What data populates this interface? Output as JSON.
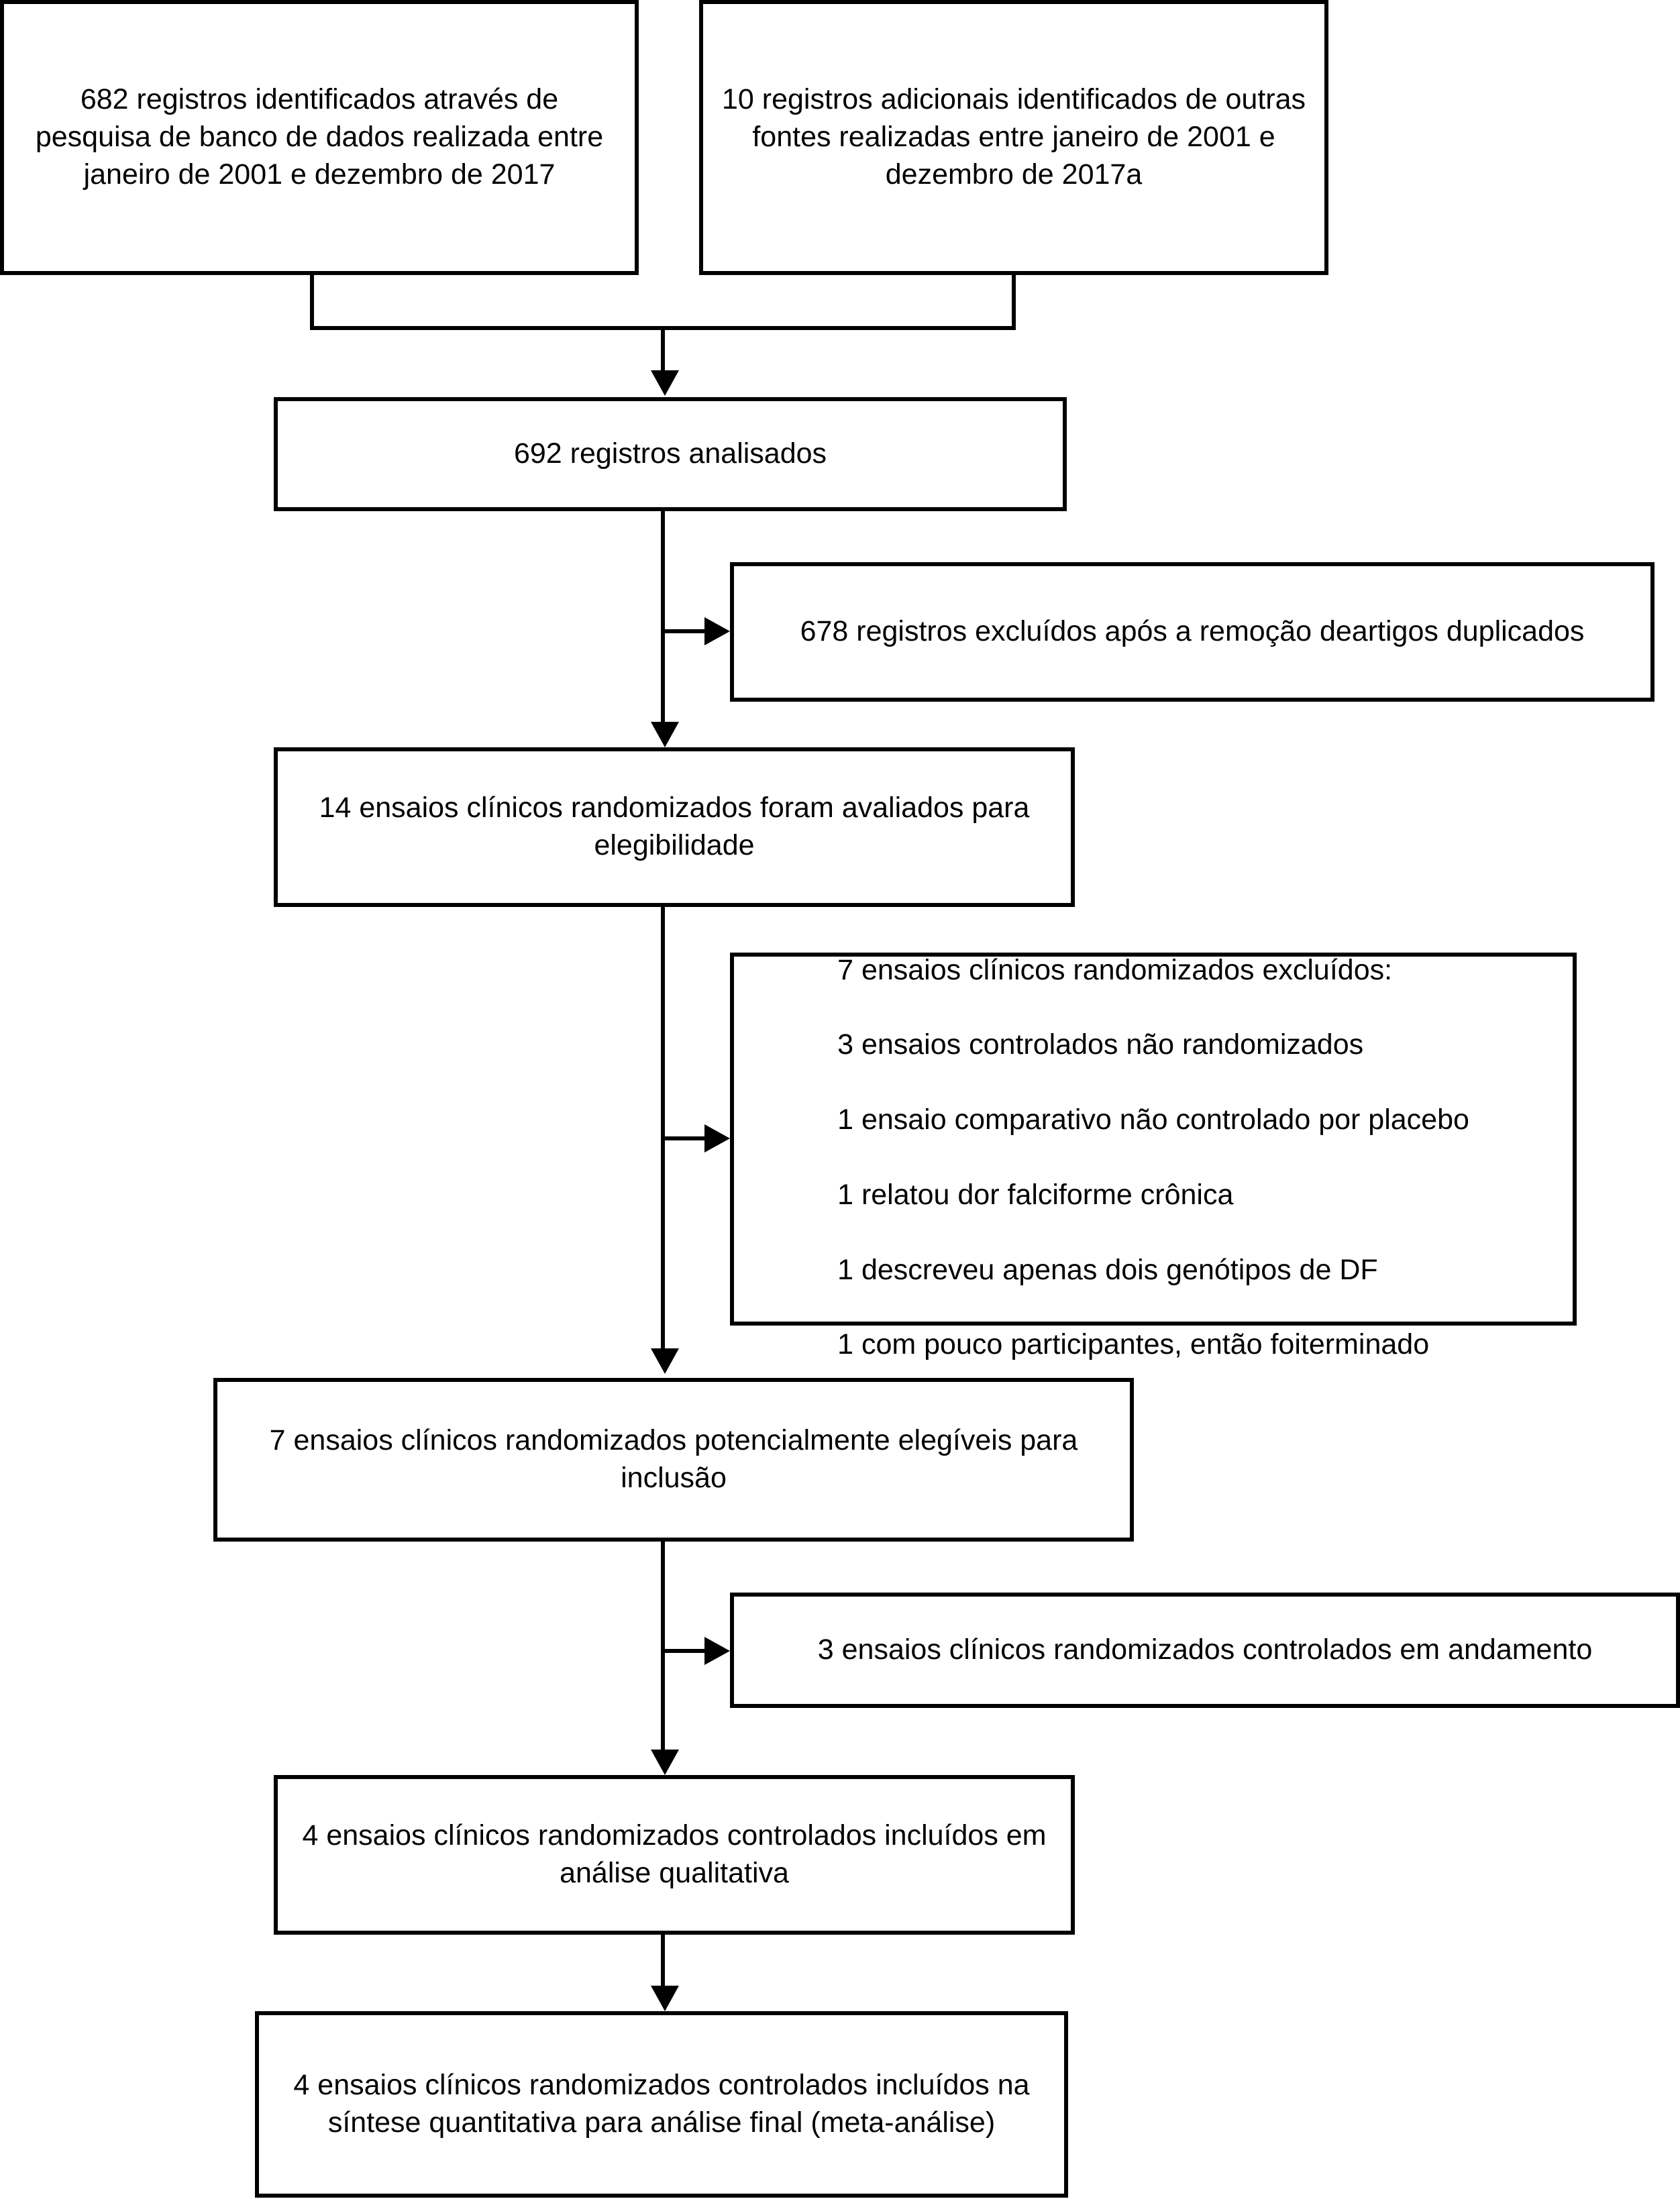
{
  "diagram": {
    "title": "PRISMA flow diagram",
    "language": "pt-BR",
    "stroke_color": "#000000",
    "background_color": "#ffffff",
    "nodes": {
      "identified_database": "682 registros identificados através de pesquisa de banco de dados realizada entre janeiro de 2001 e dezembro de 2017",
      "identified_other_sources": "10 registros adicionais identificados de outras fontes realizadas entre janeiro de 2001 e dezembro de 2017a",
      "records_screened": "692 registros analisados",
      "records_excluded_duplicates": "678 registros excluídos após a remoção deartigos duplicados",
      "assessed_eligibility": "14 ensaios clínicos randomizados foram avaliados para elegibilidade",
      "excluded_reasons": [
        "7 ensaios clínicos randomizados excluídos:",
        "3 ensaios controlados não randomizados",
        "1 ensaio comparativo não controlado por placebo",
        "1 relatou dor falciforme crônica",
        "1 descreveu apenas dois genótipos de DF",
        "1 com pouco participantes, então foiterminado"
      ],
      "potentially_eligible": "7 ensaios clínicos randomizados potencialmente elegíveis para inclusão",
      "ongoing_trials": "3 ensaios clínicos randomizados controlados em andamento",
      "qualitative_synthesis": "4 ensaios clínicos randomizados controlados incluídos em análise qualitativa",
      "quantitative_synthesis": "4 ensaios clínicos randomizados controlados incluídos na síntese quantitativa para análise final (meta-análise)"
    },
    "counts": {
      "database_records": 682,
      "other_source_records": 10,
      "records_screened": 692,
      "duplicates_excluded": 678,
      "assessed_for_eligibility": 14,
      "excluded_at_eligibility": 7,
      "excluded_non_randomized": 3,
      "excluded_no_placebo": 1,
      "excluded_chronic_pain": 1,
      "excluded_two_genotypes": 1,
      "excluded_few_participants": 1,
      "potentially_eligible": 7,
      "ongoing": 3,
      "included_qualitative": 4,
      "included_quantitative": 4
    }
  }
}
